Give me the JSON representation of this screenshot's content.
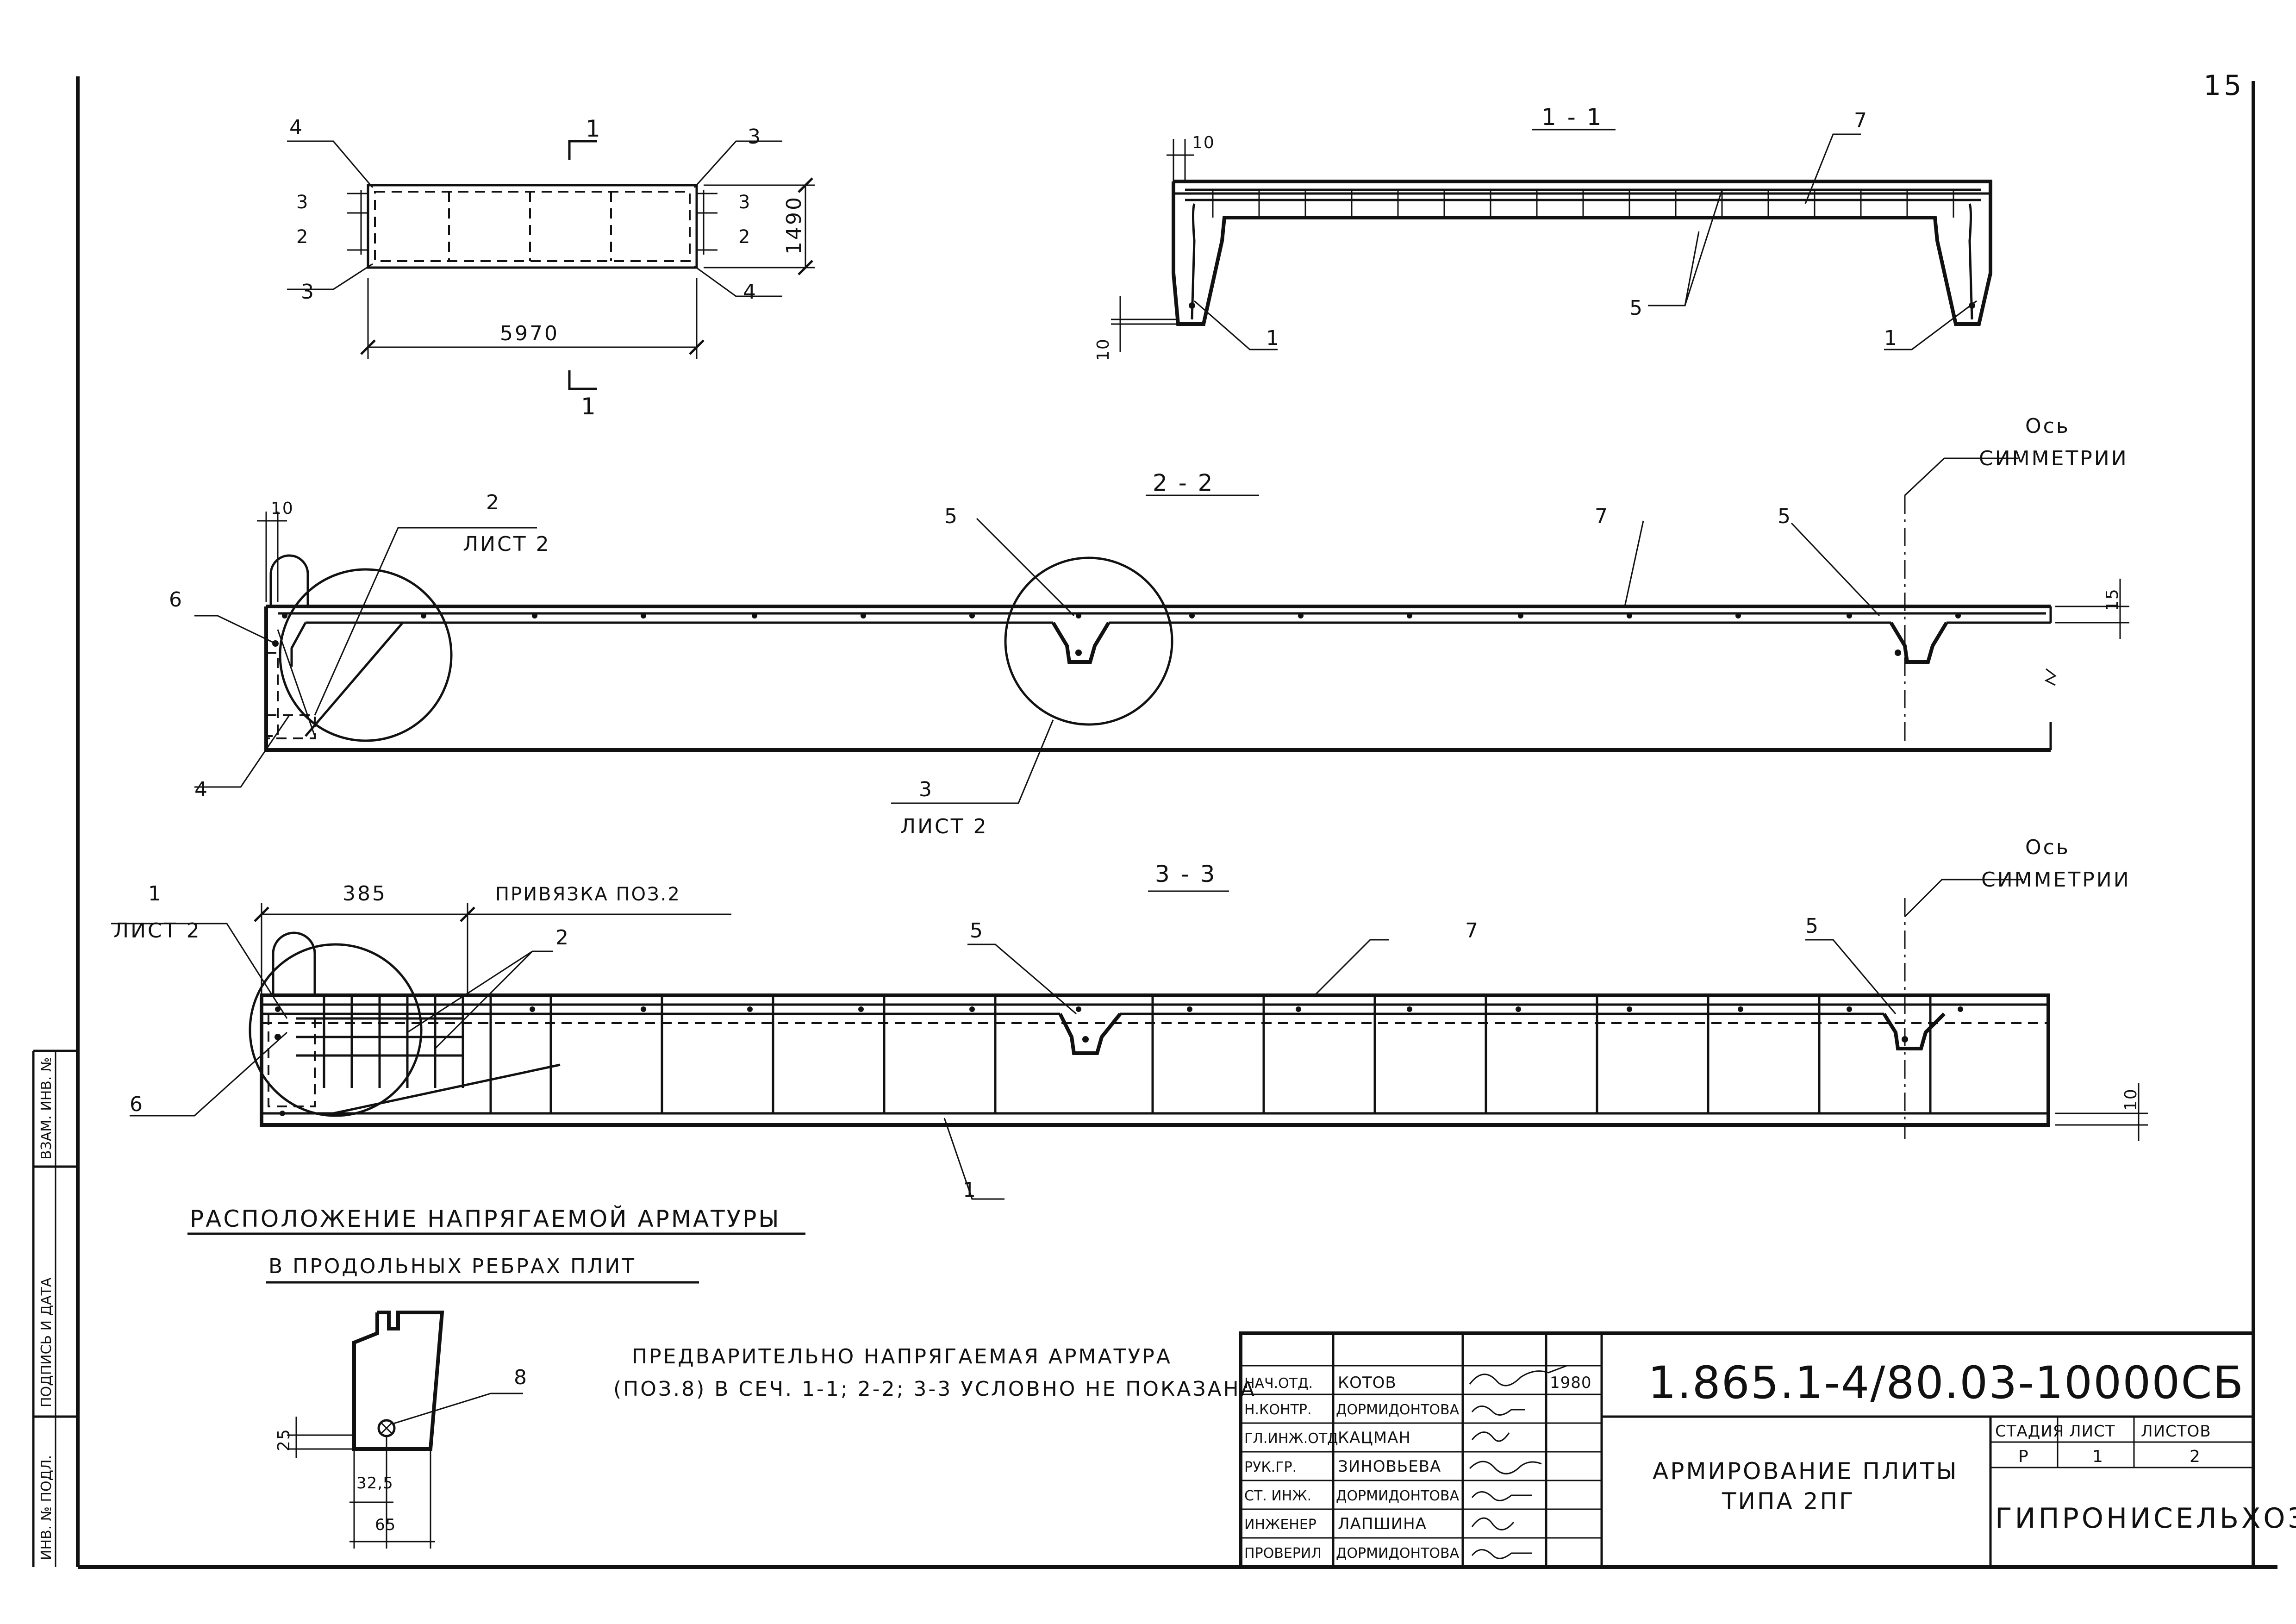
{
  "sheet_number": "15",
  "plan": {
    "dim_length": "5970",
    "dim_width": "1490",
    "section_mark": "1",
    "callouts": [
      "4",
      "3",
      "3",
      "4",
      "3",
      "2",
      "3",
      "2"
    ]
  },
  "section_1_1": {
    "title": "1 - 1",
    "dim_top": "10",
    "dim_side": "10",
    "callouts": [
      "7",
      "5",
      "1",
      "1"
    ]
  },
  "section_2_2": {
    "title": "2 - 2",
    "dim_top": "10",
    "dim_right": "15",
    "axis_label_1": "Ось",
    "axis_label_2": "СИММЕТРИИ",
    "c2": "2",
    "c2_sheet": "ЛИСТ 2",
    "c6": "6",
    "c4": "4",
    "c5a": "5",
    "c5b": "5",
    "c7": "7",
    "c3": "3",
    "c3_sheet": "ЛИСТ 2"
  },
  "section_3_3": {
    "title": "3 - 3",
    "dim_385": "385",
    "binding_label": "ПРИВЯЗКА ПОЗ.2",
    "c1_top": "1",
    "c1_top_sheet": "ЛИСТ 2",
    "c2": "2",
    "c5a": "5",
    "c7": "7",
    "c5b": "5",
    "c6": "6",
    "c1": "1",
    "dim_right": "10",
    "axis_label_1": "Ось",
    "axis_label_2": "СИММЕТРИИ"
  },
  "detail": {
    "title_line1": "РАСПОЛОЖЕНИЕ НАПРЯГАЕМОЙ АРМАТУРЫ",
    "title_line2": "В ПРОДОЛЬНЫХ РЕБРАХ ПЛИТ",
    "dim_25": "25",
    "dim_325": "32,5",
    "dim_65": "65",
    "c8": "8"
  },
  "note": {
    "line1": "ПРЕДВАРИТЕЛЬНО НАПРЯГАЕМАЯ АРМАТУРА",
    "line2": "(ПОЗ.8) В СЕЧ. 1-1; 2-2; 3-3 УСЛОВНО НЕ ПОКАЗАНА"
  },
  "left_strip": {
    "text1": "ИНВ. № ПОДЛ.",
    "text2": "ПОДПИСЬ И ДАТА",
    "text3": "ВЗАМ. ИНВ. №"
  },
  "title_block": {
    "doc_code": "1.865.1-4/80.03-10000СБ",
    "title_line1": "АРМИРОВАНИЕ ПЛИТЫ",
    "title_line2": "ТИПА 2ПГ",
    "org": "ГИПРОНИСЕЛЬХОЗ",
    "year": "1980",
    "stage_header": "СТАДИЯ",
    "sheet_header": "ЛИСТ",
    "sheets_header": "ЛИСТОВ",
    "stage": "Р",
    "sheet": "1",
    "sheets": "2",
    "rows": [
      {
        "role": "НАЧ.ОТД.",
        "name": "КОТОВ"
      },
      {
        "role": "Н.КОНТР.",
        "name": "ДОРМИДОНТОВА"
      },
      {
        "role": "ГЛ.ИНЖ.ОТД.",
        "name": "КАЦМАН"
      },
      {
        "role": "РУК.ГР.",
        "name": "ЗИНОВЬЕВА"
      },
      {
        "role": "СТ. ИНЖ.",
        "name": "ДОРМИДОНТОВА"
      },
      {
        "role": "ИНЖЕНЕР",
        "name": "ЛАПШИНА"
      },
      {
        "role": "ПРОВЕРИЛ",
        "name": "ДОРМИДОНТОВА"
      }
    ]
  }
}
